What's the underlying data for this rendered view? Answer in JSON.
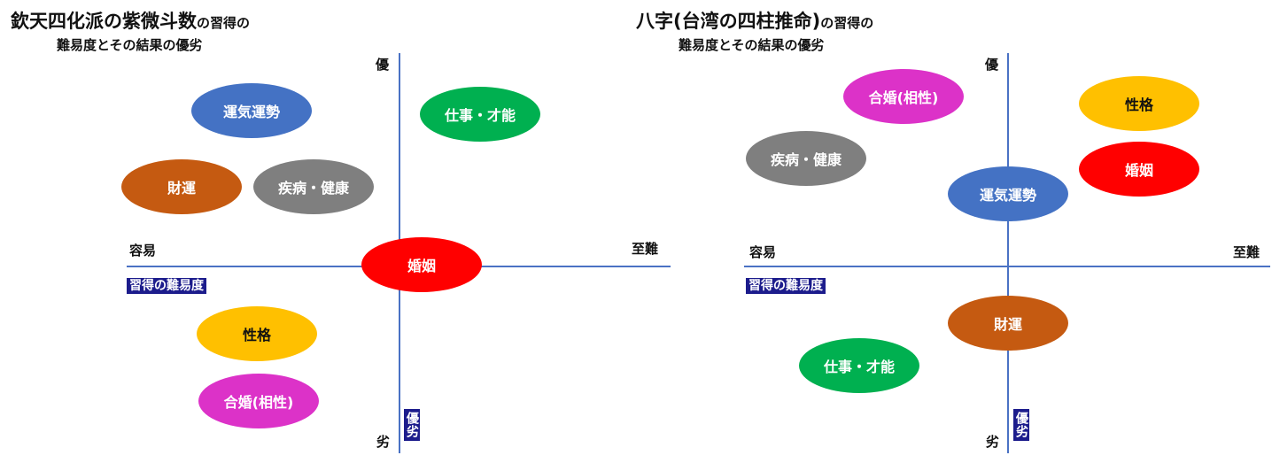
{
  "colors": {
    "axis": "#4a72c4",
    "tag_bg": "#1c1c8c",
    "blue": "#4472c4",
    "green": "#00b050",
    "brown": "#c55a11",
    "gray": "#7f7f7f",
    "red": "#ff0000",
    "yellow": "#ffc000",
    "magenta": "#dc32c8"
  },
  "left": {
    "title_main": "欽天四化派の紫微斗数",
    "title_small": "の習得の",
    "title_sub": "難易度とその結果の優劣",
    "axis": {
      "top": "優",
      "bottom": "劣",
      "left": "容易",
      "right": "至難",
      "h_tag": "習得の難易度",
      "v_tag": "優劣"
    },
    "bubbles": {
      "fortune": "運気運勢",
      "work": "仕事・才能",
      "wealth": "財運",
      "health": "疾病・健康",
      "marriage": "婚姻",
      "personality": "性格",
      "compat": "合婚(相性)"
    }
  },
  "right": {
    "title_main": "八字(台湾の四柱推命)",
    "title_small": "の習得の",
    "title_sub": "難易度とその結果の優劣",
    "axis": {
      "top": "優",
      "bottom": "劣",
      "left": "容易",
      "right": "至難",
      "h_tag": "習得の難易度",
      "v_tag": "優劣"
    },
    "bubbles": {
      "compat": "合婚(相性)",
      "personality": "性格",
      "health": "疾病・健康",
      "marriage": "婚姻",
      "fortune": "運気運勢",
      "wealth": "財運",
      "work": "仕事・才能"
    }
  }
}
